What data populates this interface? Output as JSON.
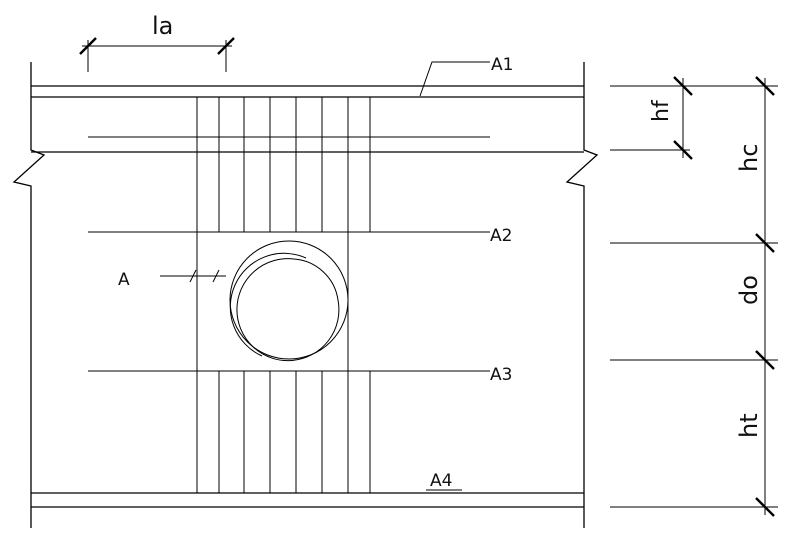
{
  "drawing": {
    "labels": {
      "anchor_length": "la",
      "a1": "A1",
      "a2": "A2",
      "a3": "A3",
      "a4": "A4",
      "hole_bar": "A",
      "hf": "hf",
      "hc": "hc",
      "do": "do",
      "ht": "ht"
    }
  }
}
